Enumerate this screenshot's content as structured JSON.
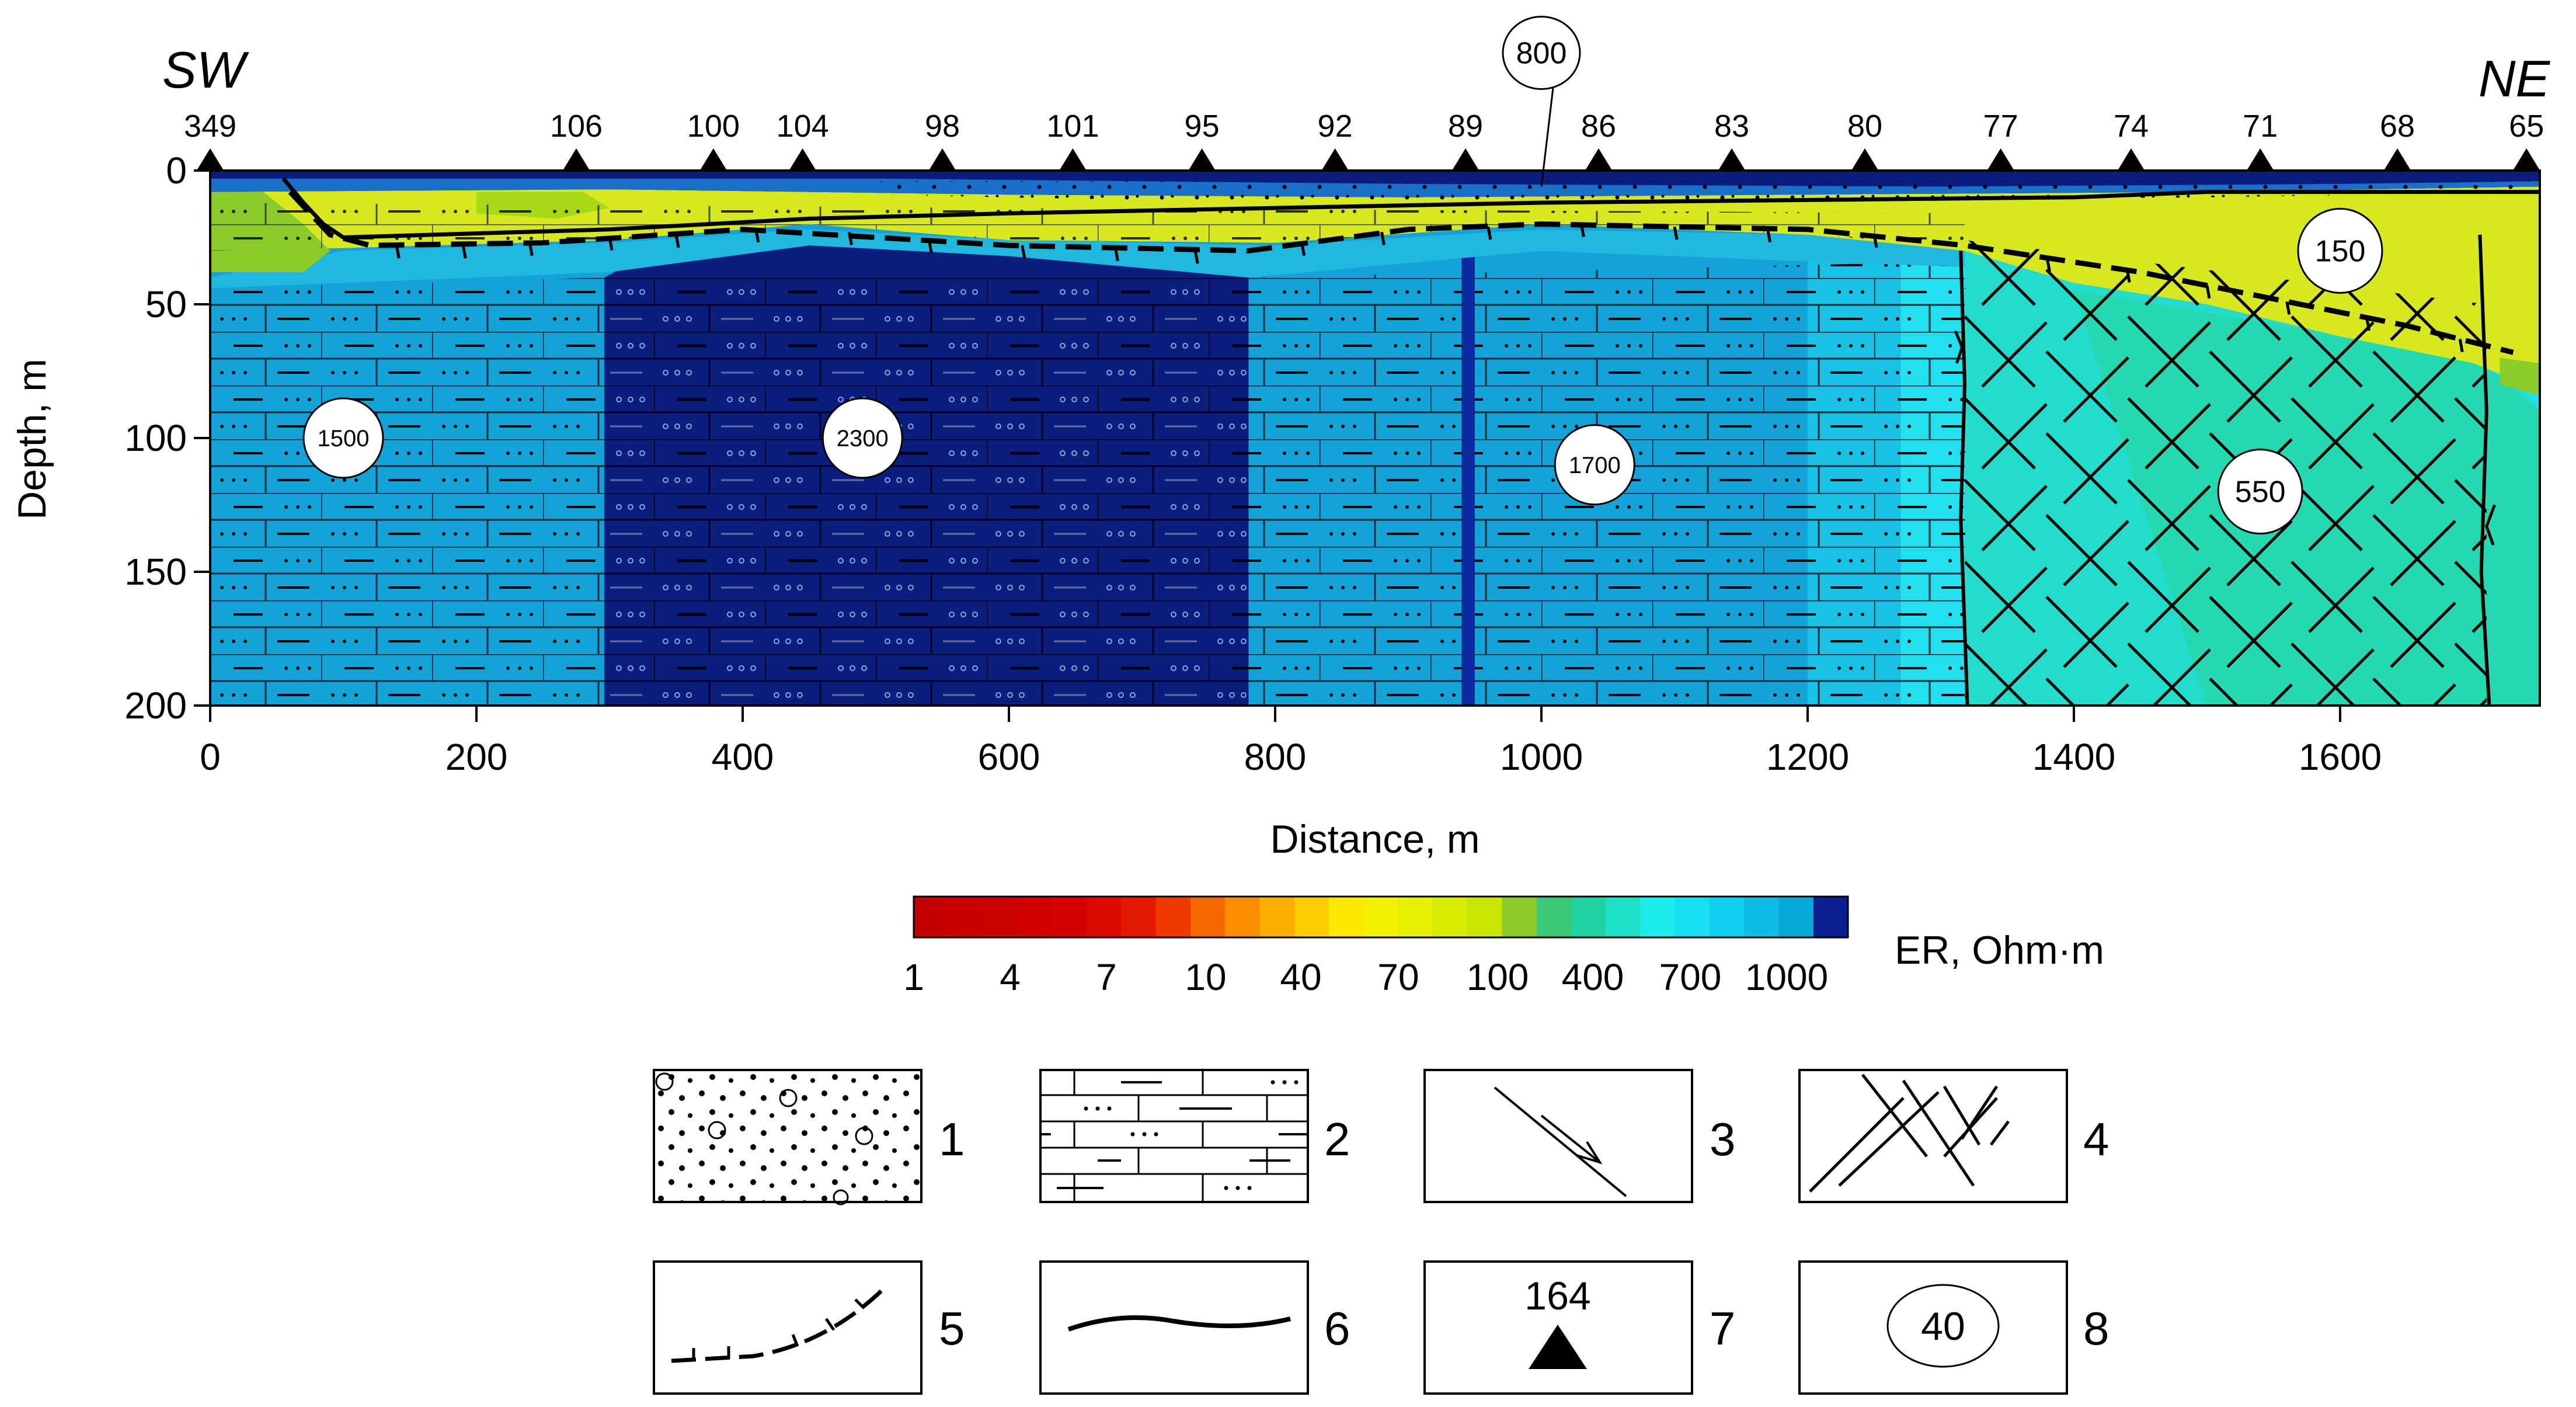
{
  "section": {
    "dir_left": "SW",
    "dir_right": "NE",
    "y_axis_label": "Depth, m",
    "x_axis_label": "Distance, m",
    "x_ticks": [
      "0",
      "200",
      "400",
      "600",
      "800",
      "1000",
      "1200",
      "1400",
      "1600"
    ],
    "y_ticks": [
      "0",
      "50",
      "100",
      "150",
      "200"
    ],
    "stations": [
      {
        "d": 0,
        "label": "349"
      },
      {
        "d": 275,
        "label": "106"
      },
      {
        "d": 378,
        "label": "100"
      },
      {
        "d": 445,
        "label": "104"
      },
      {
        "d": 550,
        "label": "98"
      },
      {
        "d": 648,
        "label": "101"
      },
      {
        "d": 745,
        "label": "95"
      },
      {
        "d": 845,
        "label": "92"
      },
      {
        "d": 943,
        "label": "89"
      },
      {
        "d": 1043,
        "label": "86"
      },
      {
        "d": 1143,
        "label": "83"
      },
      {
        "d": 1243,
        "label": "80"
      },
      {
        "d": 1345,
        "label": "77"
      },
      {
        "d": 1443,
        "label": "74"
      },
      {
        "d": 1540,
        "label": "71"
      },
      {
        "d": 1643,
        "label": "68"
      },
      {
        "d": 1740,
        "label": "65"
      }
    ],
    "value_labels": [
      {
        "d": 100,
        "z": 100,
        "text": "1500"
      },
      {
        "d": 490,
        "z": 100,
        "text": "2300"
      },
      {
        "d": 1040,
        "z": 110,
        "text": "1700"
      },
      {
        "d": 1600,
        "z": 30,
        "text": "150"
      },
      {
        "d": 1540,
        "z": 120,
        "text": "550"
      },
      {
        "d": 1000,
        "z": -44,
        "text": "800"
      }
    ]
  },
  "colorbar": {
    "title": "ER, Ohm·m",
    "tick_labels": [
      "1",
      "4",
      "7",
      "10",
      "40",
      "70",
      "100",
      "400",
      "700",
      "1000"
    ],
    "colors": [
      "#c40000",
      "#c80000",
      "#cc0000",
      "#d10000",
      "#d60000",
      "#dc0a00",
      "#e41a00",
      "#ee3a00",
      "#f56800",
      "#f98e00",
      "#fbae00",
      "#fdcc00",
      "#fde800",
      "#f4f000",
      "#e6f000",
      "#d6ec00",
      "#c8e600",
      "#8ccc28",
      "#3cc878",
      "#1ed2a2",
      "#1ee0c8",
      "#1cecec",
      "#16e0f0",
      "#10cef0",
      "#0cbce6",
      "#08a8d8",
      "#0a2090"
    ]
  },
  "legend": [
    {
      "num": "1",
      "sample": ""
    },
    {
      "num": "2",
      "sample": ""
    },
    {
      "num": "3",
      "sample": ""
    },
    {
      "num": "4",
      "sample": ""
    },
    {
      "num": "5",
      "sample": ""
    },
    {
      "num": "6",
      "sample": ""
    },
    {
      "num": "7",
      "sample": "164"
    },
    {
      "num": "8",
      "sample": "40"
    }
  ],
  "palette": {
    "deep_blue": "#0b1e80",
    "medium_blue": "#13a3d8",
    "light_blue": "#21b8e0",
    "cyan": "#22e0f0",
    "turquoise": "#22dccc",
    "aqua_green": "#24d8b0",
    "yellow_green": "#d8e820",
    "green": "#8ccc28",
    "navy_band": "#0c2aa0"
  }
}
